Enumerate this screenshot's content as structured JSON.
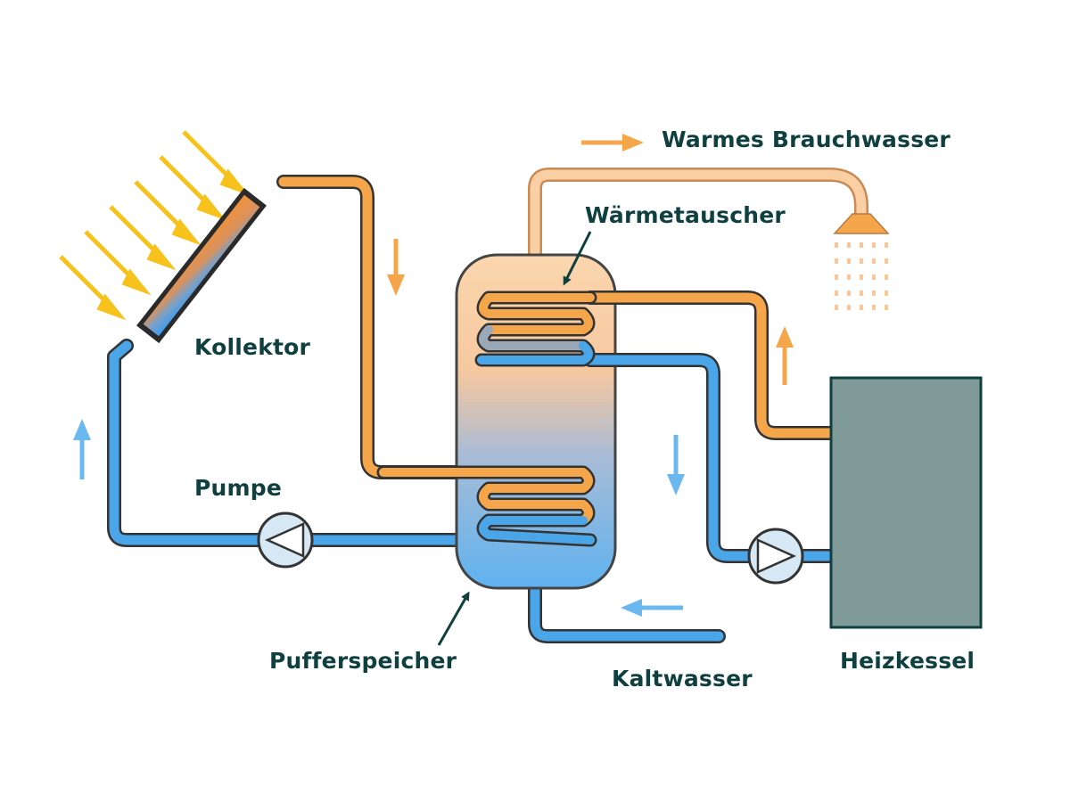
{
  "labels": {
    "warm_water": "Warmes Brauchwasser",
    "heat_exchanger": "Wärmetauscher",
    "collector": "Kollektor",
    "pump": "Pumpe",
    "buffer_tank": "Pufferspeicher",
    "cold_water": "Kaltwasser",
    "boiler": "Heizkessel"
  },
  "colors": {
    "label_text": "#0f3f3f",
    "hot_pipe": "#f5a54a",
    "cold_pipe": "#4aa6e8",
    "pipe_outline": "#333333",
    "boiler_fill": "#7f9a97",
    "sun_ray": "#f7c21b",
    "tank_top": "#fbd3a8",
    "tank_bottom": "#6fb6ee"
  },
  "icons": {
    "sun_rays": "sun-rays-icon",
    "shower_head": "shower-head-icon",
    "flow_arrow": "flow-arrow-icon",
    "pump": "pump-icon"
  }
}
